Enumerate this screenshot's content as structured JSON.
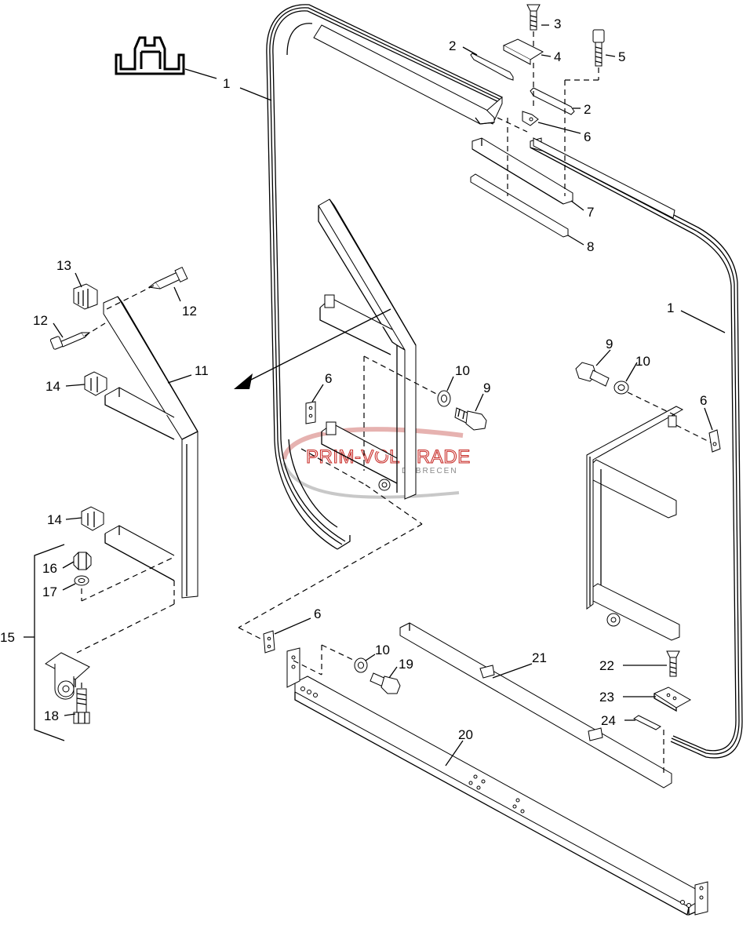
{
  "watermark": {
    "brand": "PRIM-VOL TRADE",
    "city": "DEBRECEN",
    "color": "#c9302c"
  },
  "callouts": [
    {
      "id": "c1a",
      "text": "1"
    },
    {
      "id": "c1b",
      "text": "1"
    },
    {
      "id": "c2a",
      "text": "2"
    },
    {
      "id": "c2b",
      "text": "2"
    },
    {
      "id": "c3",
      "text": "3"
    },
    {
      "id": "c4",
      "text": "4"
    },
    {
      "id": "c5",
      "text": "5"
    },
    {
      "id": "c6a",
      "text": "6"
    },
    {
      "id": "c6b",
      "text": "6"
    },
    {
      "id": "c6c",
      "text": "6"
    },
    {
      "id": "c6d",
      "text": "6"
    },
    {
      "id": "c7",
      "text": "7"
    },
    {
      "id": "c8",
      "text": "8"
    },
    {
      "id": "c9a",
      "text": "9"
    },
    {
      "id": "c9b",
      "text": "9"
    },
    {
      "id": "c10a",
      "text": "10"
    },
    {
      "id": "c10b",
      "text": "10"
    },
    {
      "id": "c10c",
      "text": "10"
    },
    {
      "id": "c11",
      "text": "11"
    },
    {
      "id": "c12a",
      "text": "12"
    },
    {
      "id": "c12b",
      "text": "12"
    },
    {
      "id": "c13",
      "text": "13"
    },
    {
      "id": "c14a",
      "text": "14"
    },
    {
      "id": "c14b",
      "text": "14"
    },
    {
      "id": "c15",
      "text": "15"
    },
    {
      "id": "c16",
      "text": "16"
    },
    {
      "id": "c17",
      "text": "17"
    },
    {
      "id": "c18",
      "text": "18"
    },
    {
      "id": "c19",
      "text": "19"
    },
    {
      "id": "c20",
      "text": "20"
    },
    {
      "id": "c21",
      "text": "21"
    },
    {
      "id": "c22",
      "text": "22"
    },
    {
      "id": "c23",
      "text": "23"
    },
    {
      "id": "c24",
      "text": "24"
    }
  ]
}
